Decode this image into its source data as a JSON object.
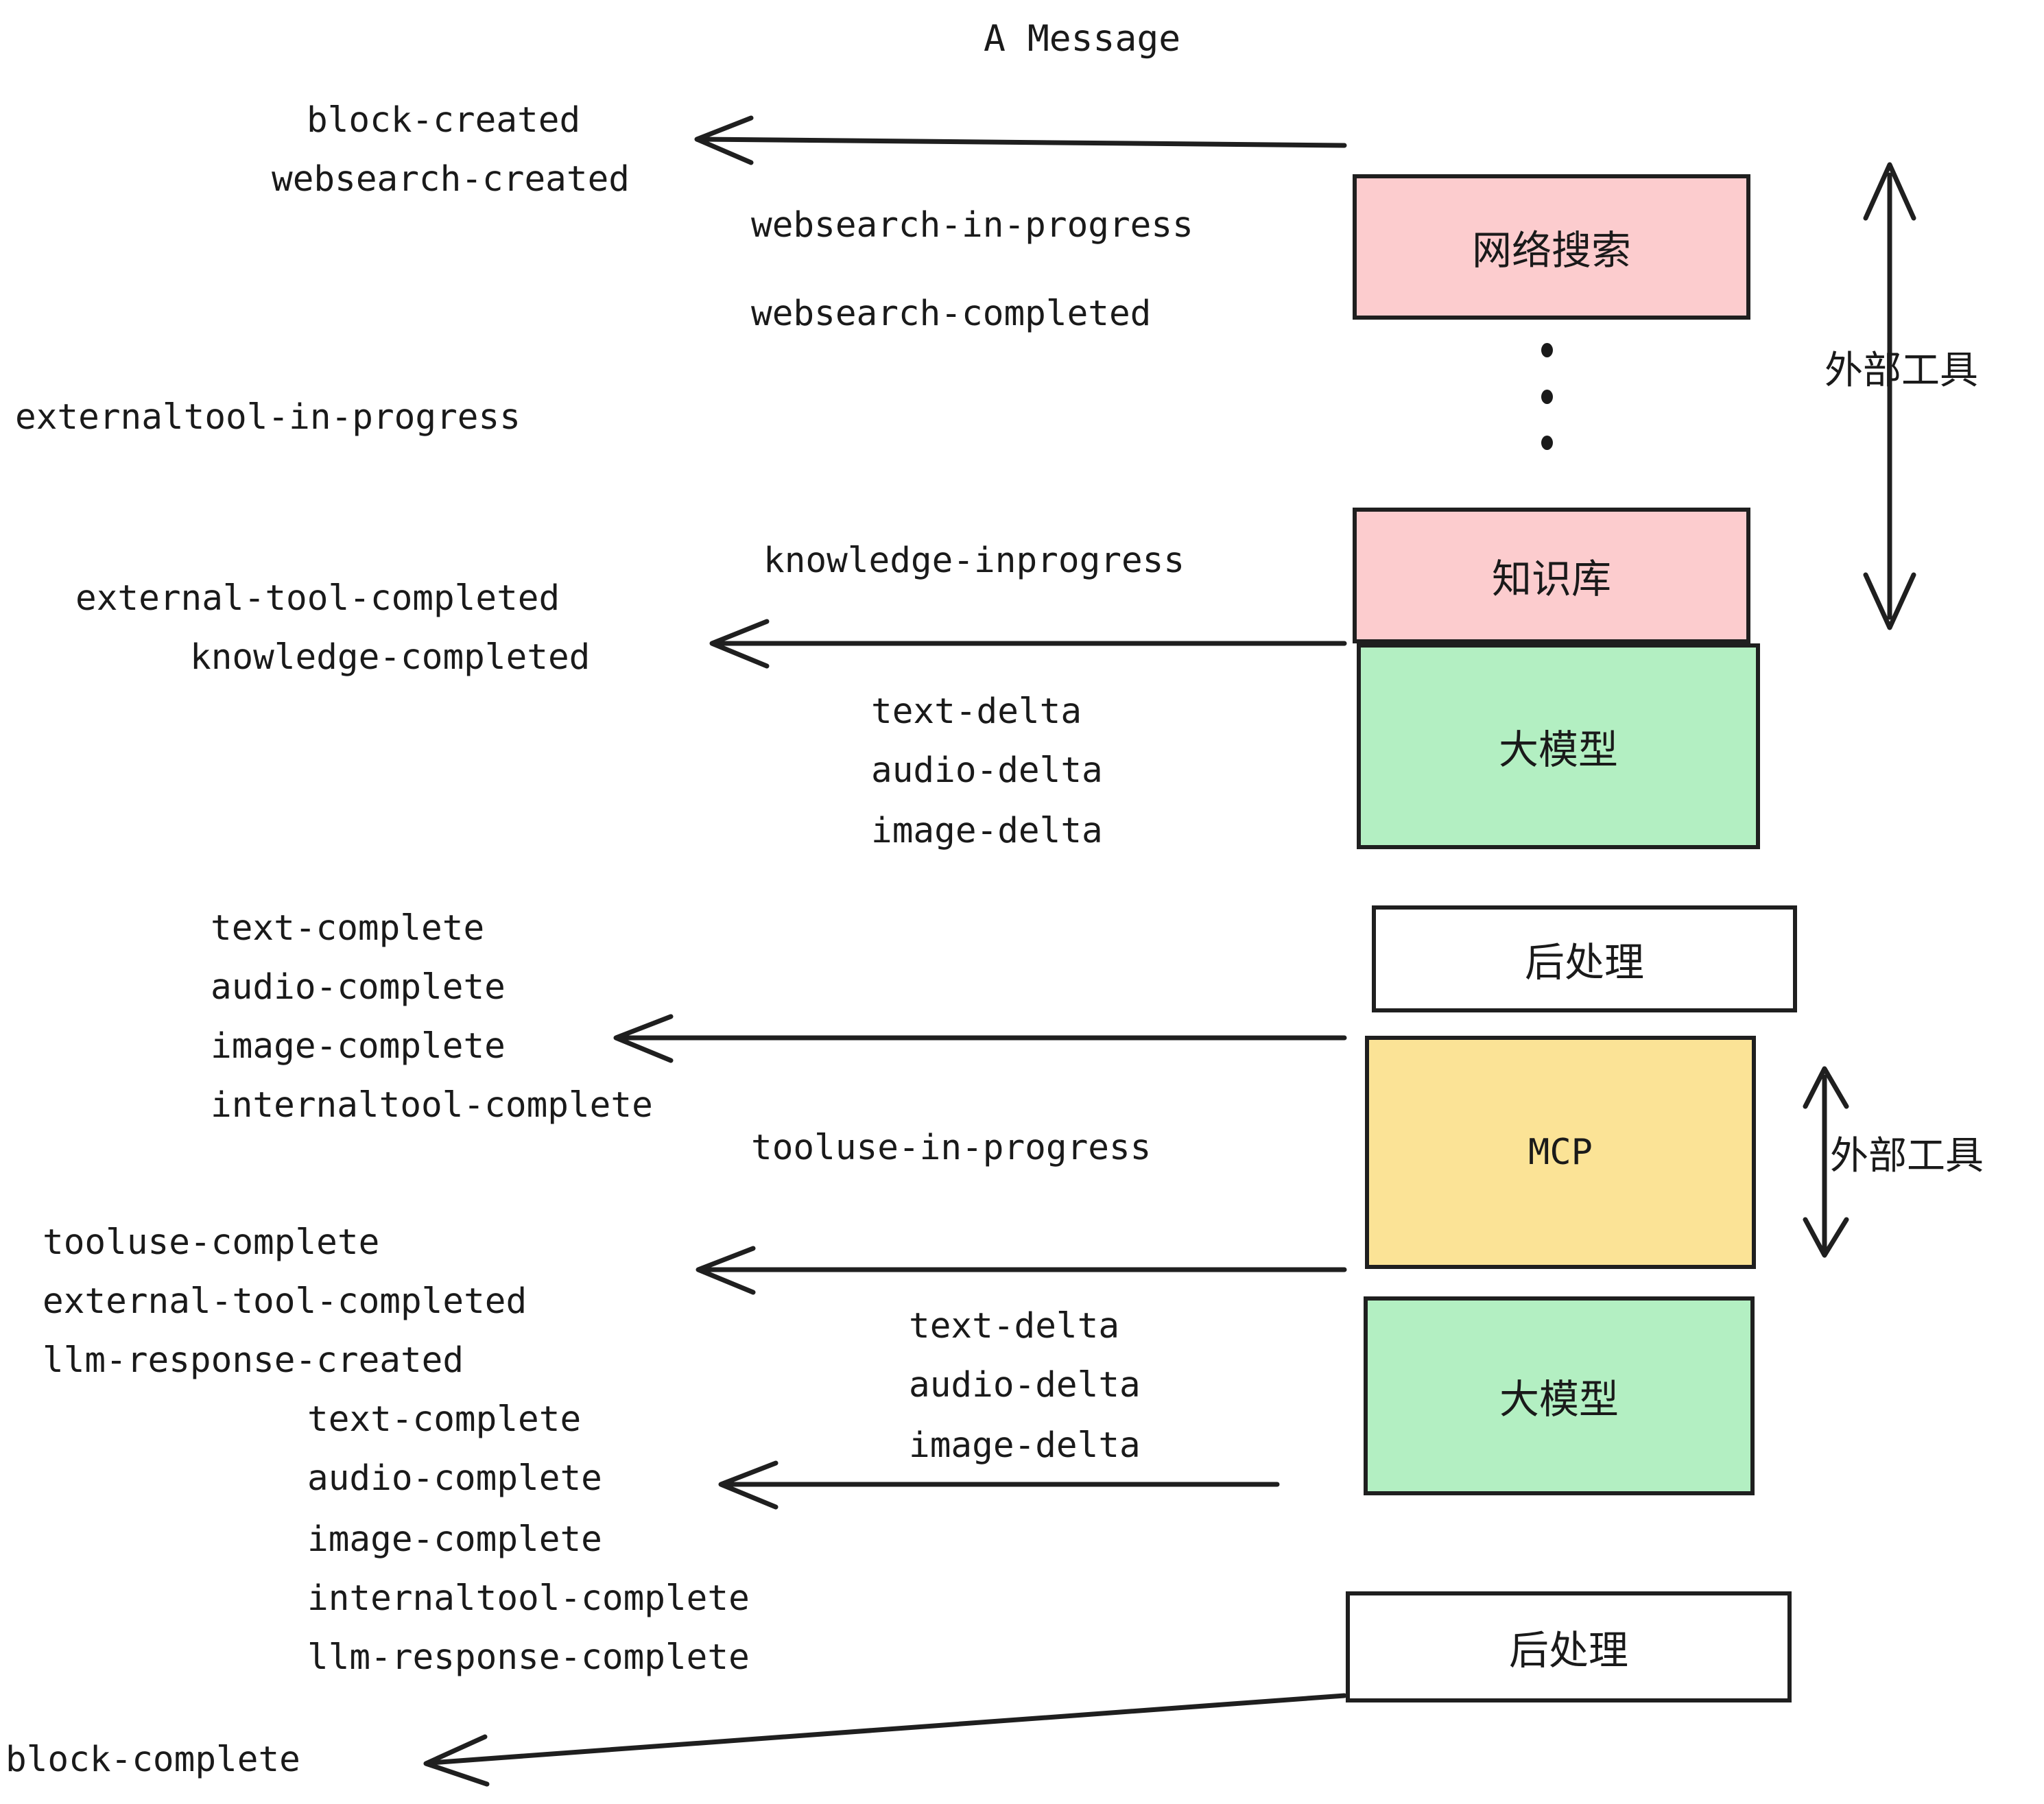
{
  "diagram": {
    "title": "A Message",
    "colors": {
      "pink": "#fcccce",
      "green": "#b3efc2",
      "yellow": "#fbe396",
      "white": "#ffffff",
      "stroke": "#1f1f1f",
      "text": "#1a1a1a",
      "background": "#ffffff"
    }
  },
  "nodes": [
    {
      "id": "websearch",
      "label": "网络搜索",
      "fill": "pink",
      "mono": false
    },
    {
      "id": "knowledge",
      "label": "知识库",
      "fill": "pink",
      "mono": false
    },
    {
      "id": "llm-1",
      "label": "大模型",
      "fill": "green",
      "mono": false
    },
    {
      "id": "postprocess-1",
      "label": "后处理",
      "fill": "white",
      "mono": false
    },
    {
      "id": "mcp",
      "label": "MCP",
      "fill": "yellow",
      "mono": true
    },
    {
      "id": "llm-2",
      "label": "大模型",
      "fill": "green",
      "mono": false
    },
    {
      "id": "postprocess-2",
      "label": "后处理",
      "fill": "white",
      "mono": false
    }
  ],
  "side_labels": [
    {
      "id": "external-tools-top",
      "text": "外部工具"
    },
    {
      "id": "external-tools-bottom",
      "text": "外部工具"
    }
  ],
  "events": {
    "left_column": [
      {
        "id": "block-created",
        "text": "block-created"
      },
      {
        "id": "websearch-created",
        "text": "websearch-created"
      },
      {
        "id": "externaltool-in-progress",
        "text": "externaltool-in-progress"
      },
      {
        "id": "external-tool-completed-1",
        "text": "external-tool-completed"
      },
      {
        "id": "knowledge-completed",
        "text": "knowledge-completed"
      },
      {
        "id": "text-complete-1",
        "text": "text-complete"
      },
      {
        "id": "audio-complete-1",
        "text": "audio-complete"
      },
      {
        "id": "image-complete-1",
        "text": "image-complete"
      },
      {
        "id": "internaltool-complete-1",
        "text": "internaltool-complete"
      },
      {
        "id": "tooluse-complete",
        "text": "tooluse-complete"
      },
      {
        "id": "external-tool-completed-2",
        "text": "external-tool-completed"
      },
      {
        "id": "llm-response-created",
        "text": "llm-response-created"
      },
      {
        "id": "text-complete-2",
        "text": "text-complete"
      },
      {
        "id": "audio-complete-2",
        "text": "audio-complete"
      },
      {
        "id": "image-complete-2",
        "text": "image-complete"
      },
      {
        "id": "internaltool-complete-2",
        "text": "internaltool-complete"
      },
      {
        "id": "llm-response-complete",
        "text": "llm-response-complete"
      },
      {
        "id": "block-complete",
        "text": "block-complete"
      }
    ],
    "middle_column": [
      {
        "id": "websearch-in-progress",
        "text": "websearch-in-progress"
      },
      {
        "id": "websearch-completed",
        "text": "websearch-completed"
      },
      {
        "id": "knowledge-inprogress",
        "text": "knowledge-inprogress"
      },
      {
        "id": "text-delta-1",
        "text": "text-delta"
      },
      {
        "id": "audio-delta-1",
        "text": "audio-delta"
      },
      {
        "id": "image-delta-1",
        "text": "image-delta"
      },
      {
        "id": "tooluse-in-progress",
        "text": "tooluse-in-progress"
      },
      {
        "id": "text-delta-2",
        "text": "text-delta"
      },
      {
        "id": "audio-delta-2",
        "text": "audio-delta"
      },
      {
        "id": "image-delta-2",
        "text": "image-delta"
      }
    ]
  }
}
